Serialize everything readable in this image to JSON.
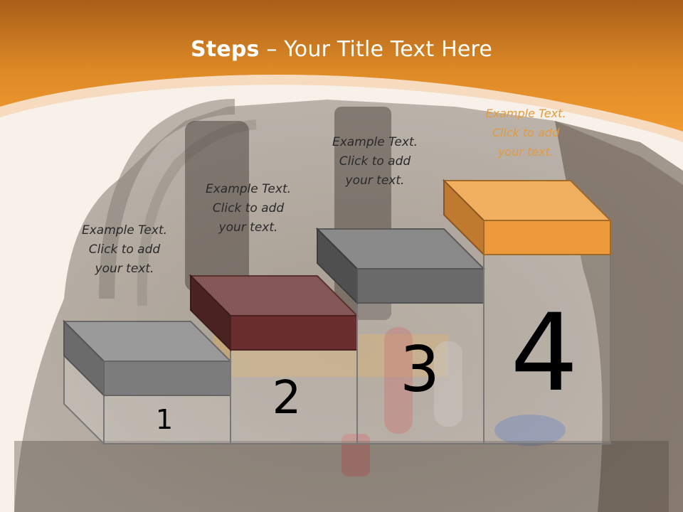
{
  "title": {
    "bold": "Steps",
    "rest": " – Your Title Text Here"
  },
  "colors": {
    "header_orange": "#e89228",
    "step1": "#7a7a7a",
    "step2": "#6e2e2e",
    "step3": "#6a6a6a",
    "step4": "#f0a040",
    "caption_highlight": "#e39a3e"
  },
  "steps": [
    {
      "number": "1",
      "caption": [
        "Example Text.",
        "Click  to add",
        "your text."
      ]
    },
    {
      "number": "2",
      "caption": [
        "Example Text.",
        "Click  to add",
        "your text."
      ]
    },
    {
      "number": "3",
      "caption": [
        "Example Text.",
        "Click  to add",
        "your text."
      ]
    },
    {
      "number": "4",
      "caption": [
        "Example Text.",
        "Click  to add",
        "your text."
      ]
    }
  ]
}
